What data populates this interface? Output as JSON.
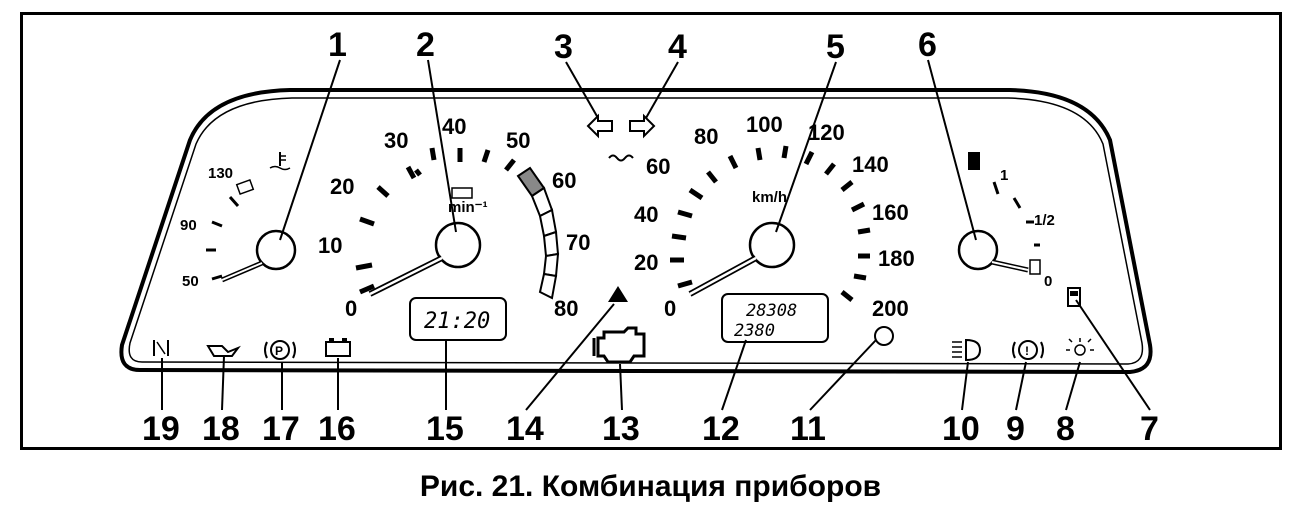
{
  "callouts": [
    "1",
    "2",
    "3",
    "4",
    "5",
    "6",
    "7",
    "8",
    "9",
    "10",
    "11",
    "12",
    "13",
    "14",
    "15",
    "16",
    "17",
    "18",
    "19"
  ],
  "temp_gauge": {
    "labels": [
      "130",
      "90",
      "50"
    ]
  },
  "tachometer": {
    "labels": [
      "0",
      "10",
      "20",
      "30",
      "40",
      "50",
      "60",
      "70",
      "80"
    ],
    "unit": "min⁻¹"
  },
  "speedometer": {
    "labels": [
      "0",
      "20",
      "40",
      "60",
      "80",
      "100",
      "120",
      "140",
      "160",
      "180",
      "200"
    ],
    "unit": "km/h"
  },
  "fuel_gauge": {
    "labels": [
      "1",
      "1/2",
      "0"
    ]
  },
  "clock_display": "21:20",
  "odometer": {
    "total": "28308",
    "trip": "2380"
  },
  "caption": "Рис. 21. Комбинация приборов"
}
